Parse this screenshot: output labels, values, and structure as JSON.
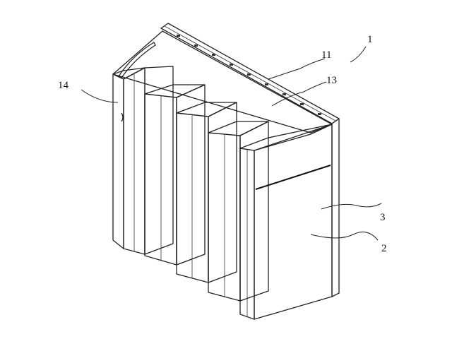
{
  "labels": {
    "frame": "1",
    "top_rail": "11",
    "top_panel": "13",
    "side_strip": "14",
    "separator": "3",
    "filter_media": "2"
  },
  "colors": {
    "stroke": "#222222",
    "hatch": "#555555",
    "background": "#ffffff"
  }
}
